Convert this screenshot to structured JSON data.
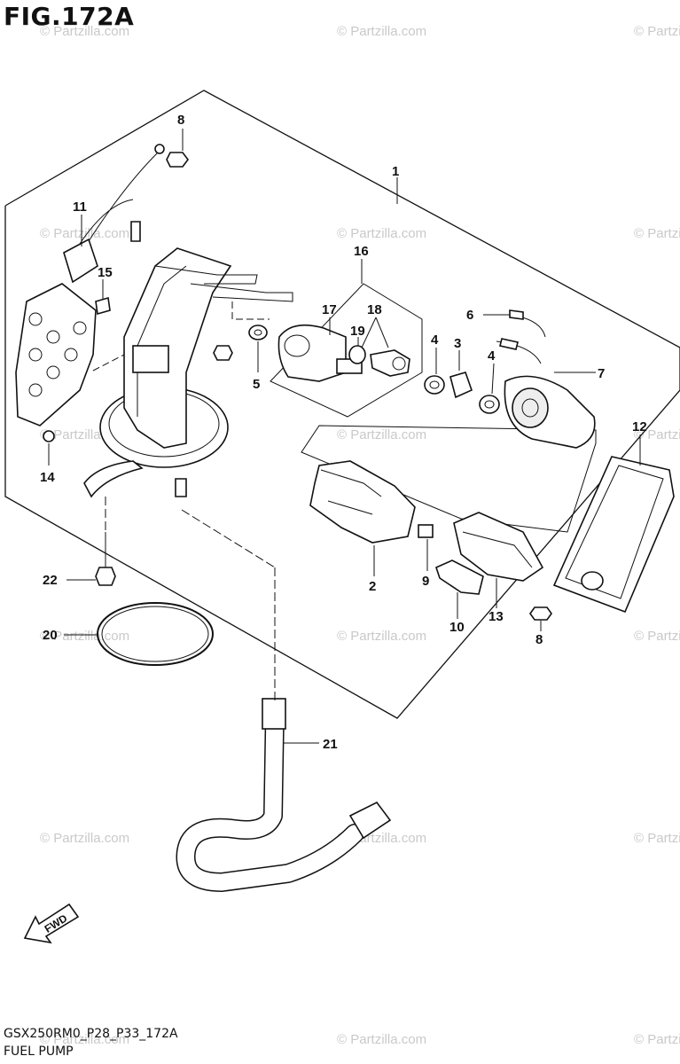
{
  "figure": {
    "title": "FIG.172A",
    "code": "GSX250RM0_P28_P33_172A",
    "name": "FUEL PUMP"
  },
  "watermark": "© Partzilla.com",
  "fwd_label": "FWD",
  "callouts": [
    "1",
    "2",
    "3",
    "4",
    "4",
    "5",
    "6",
    "7",
    "8",
    "8",
    "9",
    "10",
    "11",
    "12",
    "13",
    "14",
    "15",
    "16",
    "17",
    "18",
    "19",
    "20",
    "21",
    "22"
  ]
}
